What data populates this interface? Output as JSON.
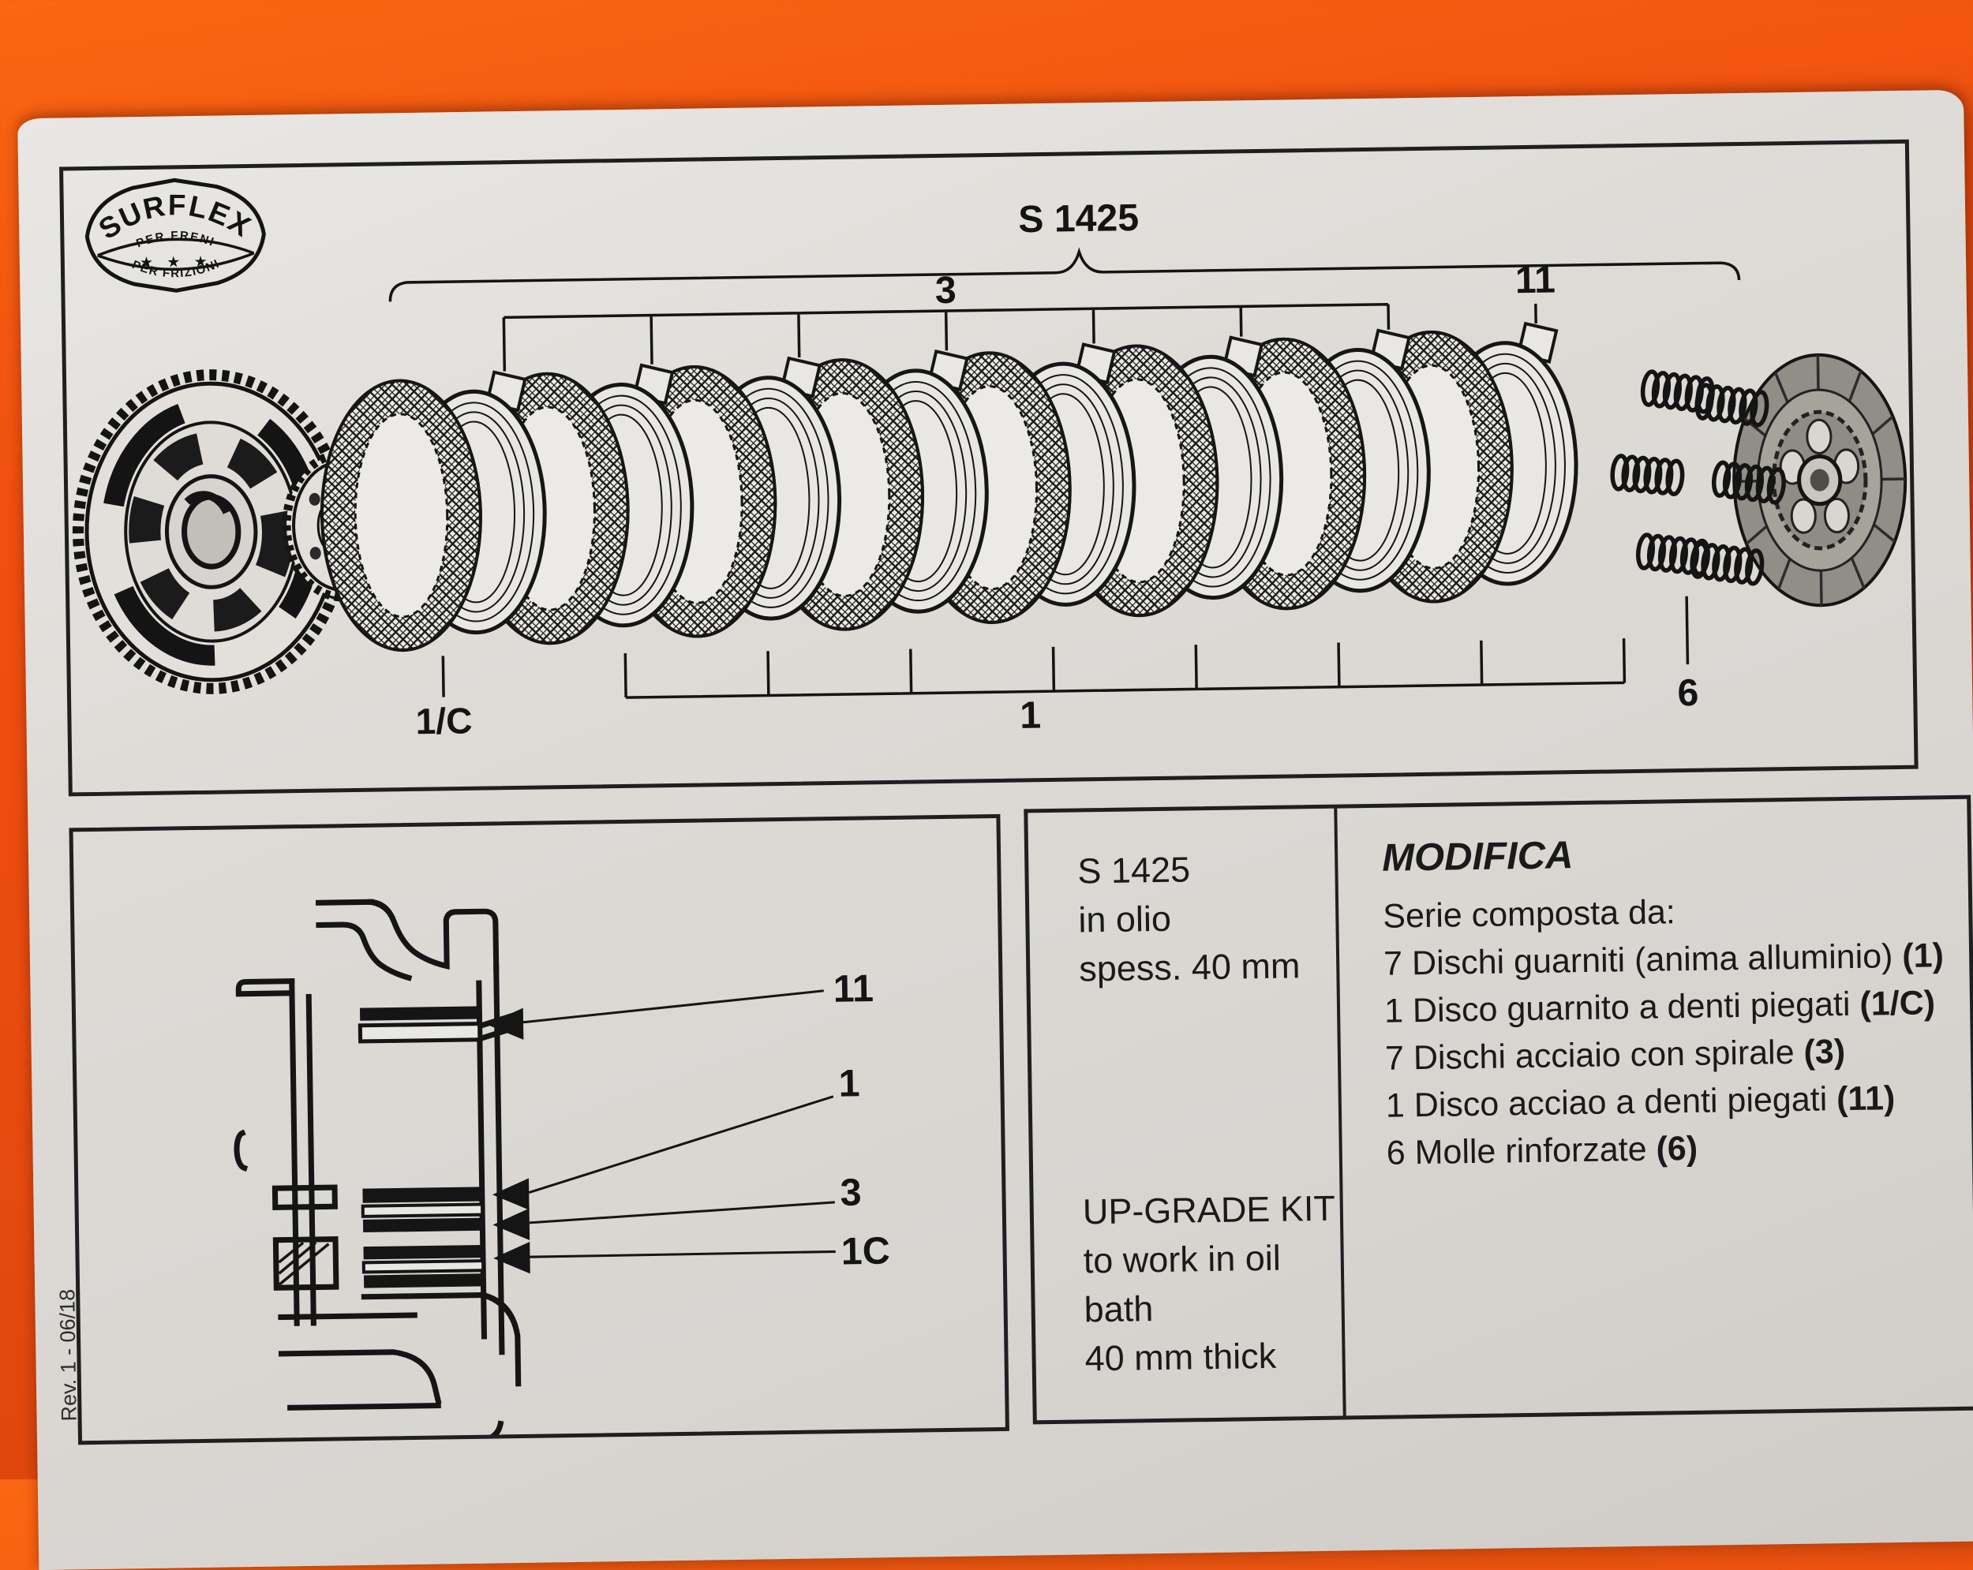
{
  "logo": {
    "brand": "SURFLEX",
    "line1": "PER FRENI",
    "stars": "★ ★ ★",
    "line2": "PER FRIZIONI"
  },
  "diagram": {
    "title": "S 1425",
    "labels": {
      "steel_discs": "3",
      "steel_disc_bent": "11",
      "friction_disc_bent": "1/C",
      "friction_discs": "1",
      "springs": "6"
    }
  },
  "section_view": {
    "labels": {
      "l11": "11",
      "l1": "1",
      "l3": "3",
      "l1c": "1C"
    }
  },
  "info": {
    "model": "S 1425",
    "line2": "in olio",
    "line3": "spess. 40 mm",
    "kit_line1": "UP-GRADE KIT",
    "kit_line2": "to work in oil bath",
    "kit_line3": "40 mm thick"
  },
  "modifica": {
    "heading": "MODIFICA",
    "subheading": "Serie composta da:",
    "items": [
      {
        "text": "7 Dischi guarniti (anima alluminio) ",
        "ref": "(1)"
      },
      {
        "text": "1 Disco guarnito a denti piegati ",
        "ref": "(1/C)"
      },
      {
        "text": "7 Dischi acciaio con spirale ",
        "ref": "(3)"
      },
      {
        "text": "1 Disco acciao a denti piegati ",
        "ref": "(11)"
      },
      {
        "text": "6 Molle rinforzate ",
        "ref": "(6)"
      }
    ]
  },
  "page": {
    "rev_note": "Rev. 1 - 06/18"
  }
}
